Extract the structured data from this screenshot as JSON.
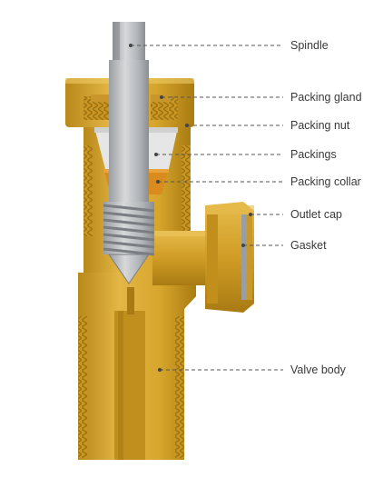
{
  "diagram": {
    "labels": [
      {
        "id": "spindle",
        "text": "Spindle"
      },
      {
        "id": "packing-gland",
        "text": "Packing gland"
      },
      {
        "id": "packing-nut",
        "text": "Packing nut"
      },
      {
        "id": "packings",
        "text": "Packings"
      },
      {
        "id": "packing-collar",
        "text": "Packing collar"
      },
      {
        "id": "outlet-cap",
        "text": "Outlet cap"
      },
      {
        "id": "gasket",
        "text": "Gasket"
      },
      {
        "id": "valve-body",
        "text": "Valve body"
      }
    ],
    "colors": {
      "brass": "#d4a12a",
      "brass_dark": "#b38415",
      "brass_light": "#e9c35a",
      "steel": "#b9bcbf",
      "steel_dark": "#8e9296",
      "packing": "#e4e4e4",
      "collar": "#d78a1e",
      "leader": "#555555"
    }
  }
}
